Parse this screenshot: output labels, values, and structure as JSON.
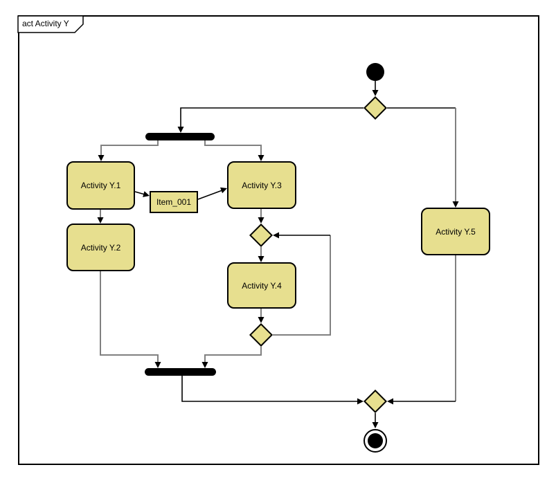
{
  "frame": {
    "title": "act Activity Y",
    "type_keyword": "act",
    "diagram_name": "Activity Y"
  },
  "activities": [
    {
      "id": "y1",
      "label": "Activity Y.1"
    },
    {
      "id": "y2",
      "label": "Activity Y.2"
    },
    {
      "id": "y3",
      "label": "Activity Y.3"
    },
    {
      "id": "y4",
      "label": "Activity Y.4"
    },
    {
      "id": "y5",
      "label": "Activity Y.5"
    }
  ],
  "object_node": {
    "label": "Item_001"
  },
  "control_nodes": {
    "initial": "initial-node",
    "final": "activity-final-node",
    "fork": "fork-bar",
    "join": "join-bar",
    "decision_top": "decision-diamond",
    "merge_loop": "merge-diamond",
    "decision_loop": "decision-diamond",
    "merge_bottom": "merge-diamond"
  },
  "colors": {
    "node_fill": "#E7DF8F",
    "node_border": "#000000",
    "connector_black": "#000000",
    "connector_gray": "#808080",
    "background": "#FFFFFF"
  }
}
